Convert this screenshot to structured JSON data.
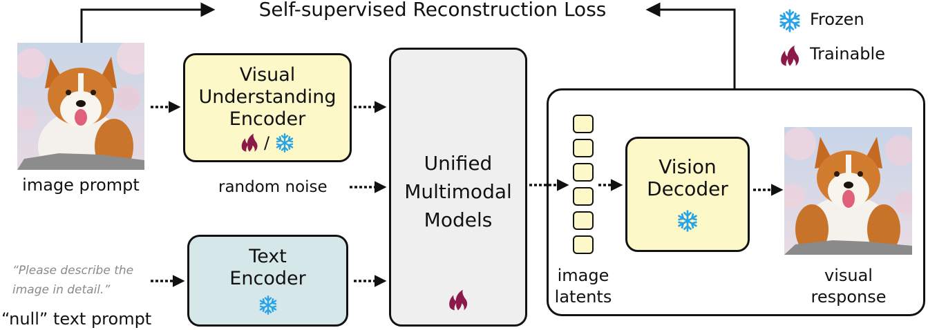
{
  "title": "Self-supervised Reconstruction Loss",
  "legend": {
    "frozen": "Frozen",
    "trainable": "Trainable"
  },
  "inputs": {
    "image_prompt": "image prompt",
    "random_noise": "random noise",
    "text_quote_line1": "“Please describe the",
    "text_quote_line2": "image in detail.”",
    "null_prompt": "“null” text prompt"
  },
  "boxes": {
    "visual_encoder": {
      "line1": "Visual",
      "line2": "Understanding",
      "line3": "Encoder",
      "separator": "/"
    },
    "text_encoder": {
      "line1": "Text",
      "line2": "Encoder"
    },
    "umm": {
      "line1": "Unified",
      "line2": "Multimodal",
      "line3": "Models"
    },
    "vision_decoder": {
      "line1": "Vision",
      "line2": "Decoder"
    }
  },
  "outputs": {
    "latents_line1": "image",
    "latents_line2": "latents",
    "response_line1": "visual",
    "response_line2": "response"
  },
  "colors": {
    "frozen": "#2aa3e6",
    "trainable": "#8b1a4a",
    "yellow_box": "#fdf8c8",
    "blue_box": "#d6e7ea",
    "gray_box": "#efefef"
  }
}
